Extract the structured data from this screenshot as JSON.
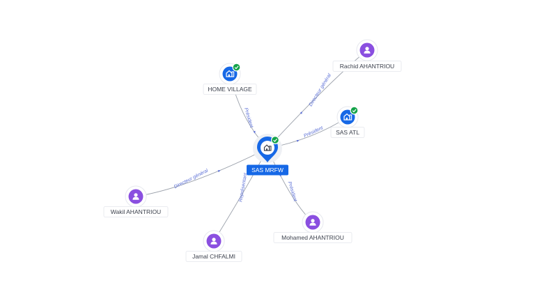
{
  "colors": {
    "person": "#8a4fe0",
    "company": "#1668e6",
    "verified_badge": "#15a34a",
    "edge_label": "#5b6fd6",
    "focus_label_bg": "#1668e6"
  },
  "focus_node": {
    "id": "sas-mrfw",
    "label": "SAS MRFW",
    "kind": "company",
    "icon": "company-building-icon",
    "verified": true
  },
  "nodes": [
    {
      "id": "home-village",
      "label": "HOME VILLAGE",
      "kind": "company",
      "icon": "company-building-icon",
      "verified": true
    },
    {
      "id": "rachid",
      "label": "Rachid AHANTRIOU",
      "kind": "person",
      "icon": "person-icon",
      "verified": false
    },
    {
      "id": "sas-atl",
      "label": "SAS ATL",
      "kind": "company",
      "icon": "company-building-icon",
      "verified": true
    },
    {
      "id": "wakil",
      "label": "Wakil AHANTRIOU",
      "kind": "person",
      "icon": "person-icon",
      "verified": false
    },
    {
      "id": "jamal",
      "label": "Jamal CHFALMI",
      "kind": "person",
      "icon": "person-icon",
      "verified": false
    },
    {
      "id": "mohamed",
      "label": "Mohamed AHANTRIOU",
      "kind": "person",
      "icon": "person-icon",
      "verified": false
    }
  ],
  "edges": [
    {
      "from": "home-village",
      "to": "sas-mrfw",
      "label": "Président"
    },
    {
      "from": "rachid",
      "to": "sas-mrfw",
      "label": "Directeur général"
    },
    {
      "from": "sas-atl",
      "to": "sas-mrfw",
      "label": "Président"
    },
    {
      "from": "wakil",
      "to": "sas-mrfw",
      "label": "Directeur général"
    },
    {
      "from": "jamal",
      "to": "sas-mrfw",
      "label": "Représentant"
    },
    {
      "from": "mohamed",
      "to": "sas-mrfw",
      "label": "Président"
    }
  ]
}
